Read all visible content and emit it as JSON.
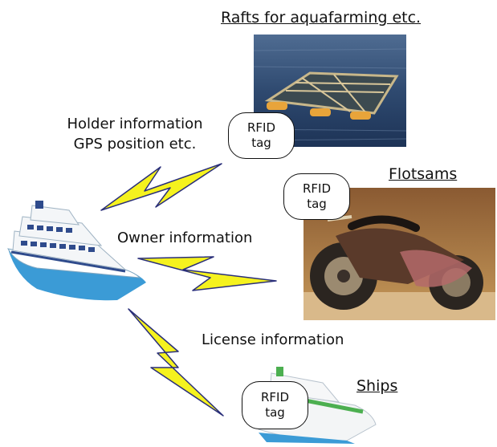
{
  "headings": {
    "rafts": "Rafts for aquafarming etc.",
    "flotsams": "Flotsams",
    "ships": "Ships"
  },
  "labels": {
    "holder_line1": "Holder information",
    "holder_line2": "GPS position etc.",
    "owner": "Owner information",
    "license": "License information"
  },
  "tags": {
    "rafts": {
      "line1": "RFID",
      "line2": "tag"
    },
    "flotsams": {
      "line1": "RFID",
      "line2": "tag"
    },
    "ships": {
      "line1": "RFID",
      "line2": "tag"
    }
  },
  "colors": {
    "lightning_fill": "#f5f21e",
    "lightning_stroke": "#2a2f7a",
    "ship_hull_blue": "#3b9bd6",
    "ship_stripe_green": "#4caf50"
  }
}
